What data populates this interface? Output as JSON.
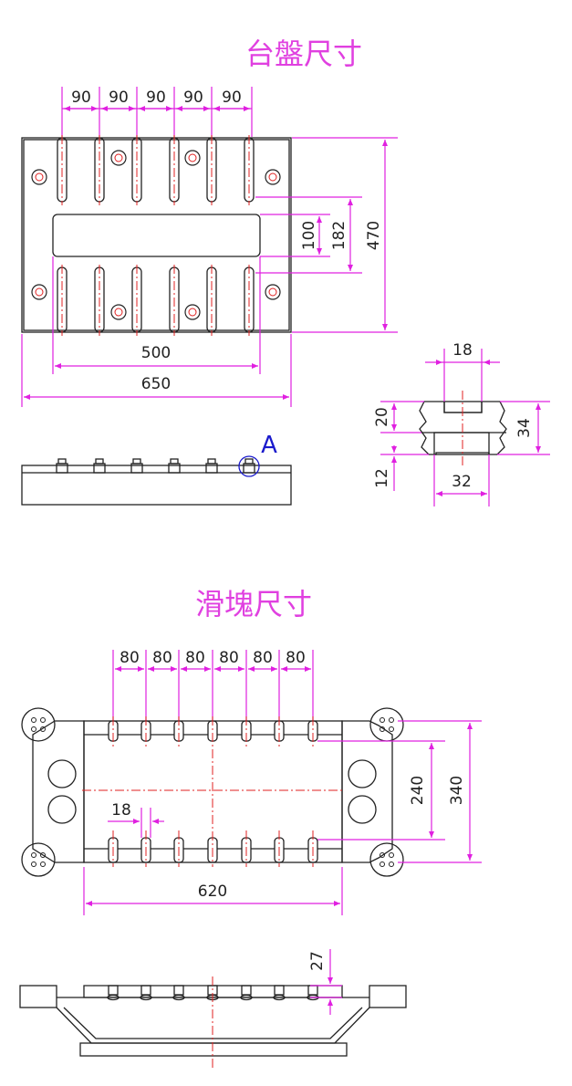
{
  "table_section": {
    "title": "台盤尺寸",
    "top_spacing": [
      "90",
      "90",
      "90",
      "90",
      "90"
    ],
    "dim_100": "100",
    "dim_182": "182",
    "dim_470": "470",
    "dim_500": "500",
    "dim_650": "650",
    "detail_label": "A",
    "detail": {
      "dim_18": "18",
      "dim_20": "20",
      "dim_34": "34",
      "dim_12": "12",
      "dim_32": "32"
    }
  },
  "slider_section": {
    "title": "滑塊尺寸",
    "top_spacing": [
      "80",
      "80",
      "80",
      "80",
      "80",
      "80"
    ],
    "dim_18": "18",
    "dim_240": "240",
    "dim_340": "340",
    "dim_620": "620",
    "dim_27": "27"
  },
  "colors": {
    "dimension": "#e020e0",
    "title": "#e040e0",
    "centerline": "#e02020",
    "outline": "#222222",
    "detail_label": "#1a1acc"
  }
}
